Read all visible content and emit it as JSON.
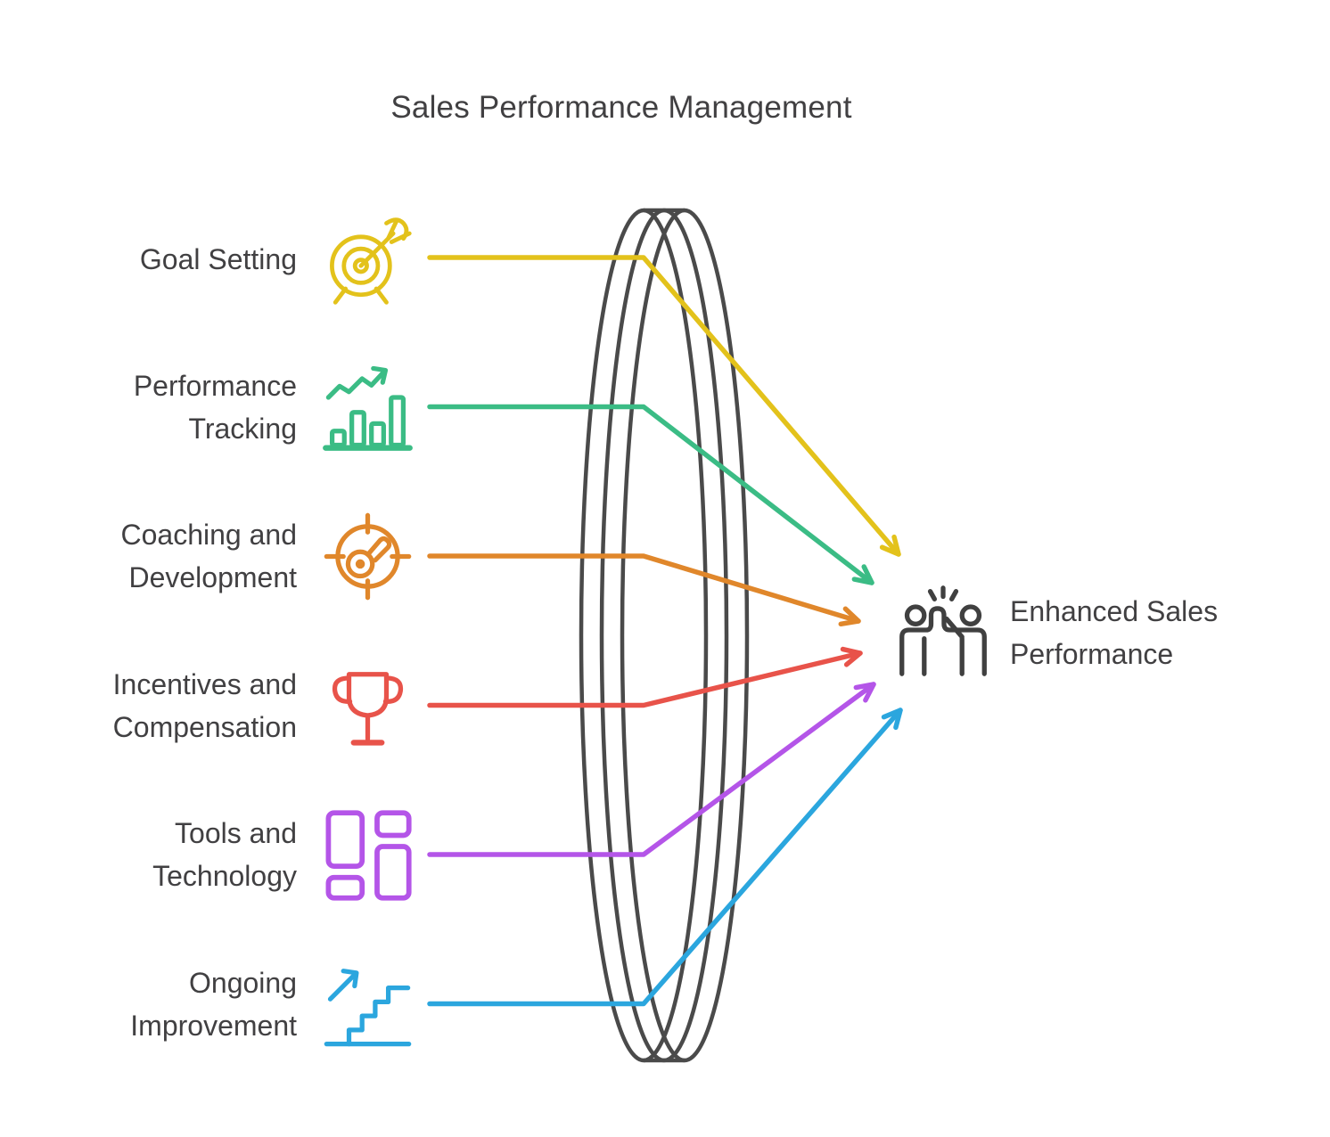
{
  "title": "Sales Performance Management",
  "items": [
    {
      "label": "Goal Setting",
      "icon": "target-arrow-icon",
      "color": "#E3C21B"
    },
    {
      "label": "Performance\nTracking",
      "icon": "bar-chart-growth-icon",
      "color": "#3BBC85"
    },
    {
      "label": "Coaching and\nDevelopment",
      "icon": "key-target-icon",
      "color": "#E0872B"
    },
    {
      "label": "Incentives and\nCompensation",
      "icon": "trophy-icon",
      "color": "#E8534A"
    },
    {
      "label": "Tools and\nTechnology",
      "icon": "dashboard-grid-icon",
      "color": "#B455E8"
    },
    {
      "label": "Ongoing\nImprovement",
      "icon": "stairs-growth-icon",
      "color": "#2BA6DE"
    }
  ],
  "result": {
    "label": "Enhanced Sales\nPerformance",
    "icon": "high-five-icon",
    "color": "#404040"
  },
  "lens_color": "#4A4A4A"
}
